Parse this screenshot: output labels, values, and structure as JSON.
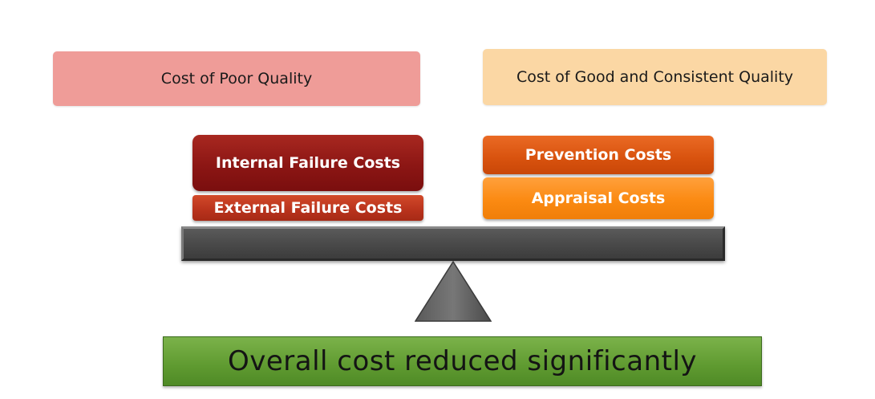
{
  "headers": {
    "poor": "Cost of Poor Quality",
    "good": "Cost of Good and Consistent Quality"
  },
  "blocks": {
    "internal": "Internal Failure Costs",
    "external": "External Failure Costs",
    "prevention": "Prevention Costs",
    "appraisal": "Appraisal Costs"
  },
  "result": "Overall cost reduced significantly",
  "colors": {
    "poor_header": "#ef9c98",
    "good_header": "#fbd7a4",
    "internal_block": "#8c1614",
    "external_block": "#b8321c",
    "prevention_block": "#d8520e",
    "appraisal_block": "#fb8a12",
    "beam": "#4a4a4a",
    "result_box": "#5f9a30"
  }
}
